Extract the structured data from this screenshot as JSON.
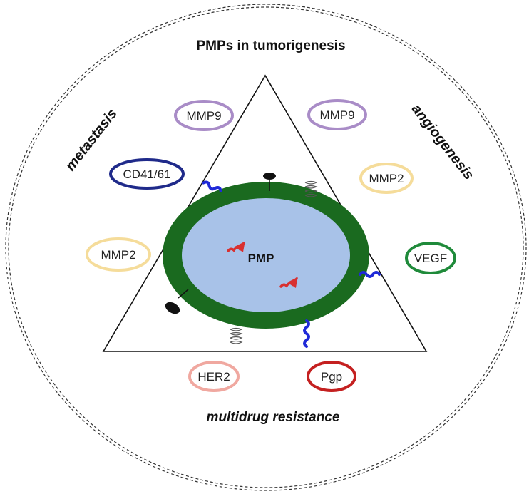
{
  "title": "PMPs in tumorigenesis",
  "categories": {
    "metastasis": "metastasis",
    "angiogenesis": "angiogenesis",
    "multidrug_resistance": "multidrug resistance"
  },
  "center_label": "PMP",
  "molecules": {
    "mmp9_left": "MMP9",
    "mmp9_right": "MMP9",
    "cd41_61": "CD41/61",
    "mmp2_left": "MMP2",
    "mmp2_right": "MMP2",
    "vegf": "VEGF",
    "her2": "HER2",
    "pgp": "Pgp"
  },
  "colors": {
    "mmp9": "#a98cc7",
    "cd41_61": "#1f2a8a",
    "mmp2": "#f5dc9a",
    "vegf": "#1f8a3a",
    "her2": "#f0a8a0",
    "pgp": "#c42020",
    "membrane": "#1a6a1f",
    "lumen": "#a8c2e8",
    "wave": "#1f2ad8",
    "arrow": "#d83030"
  }
}
